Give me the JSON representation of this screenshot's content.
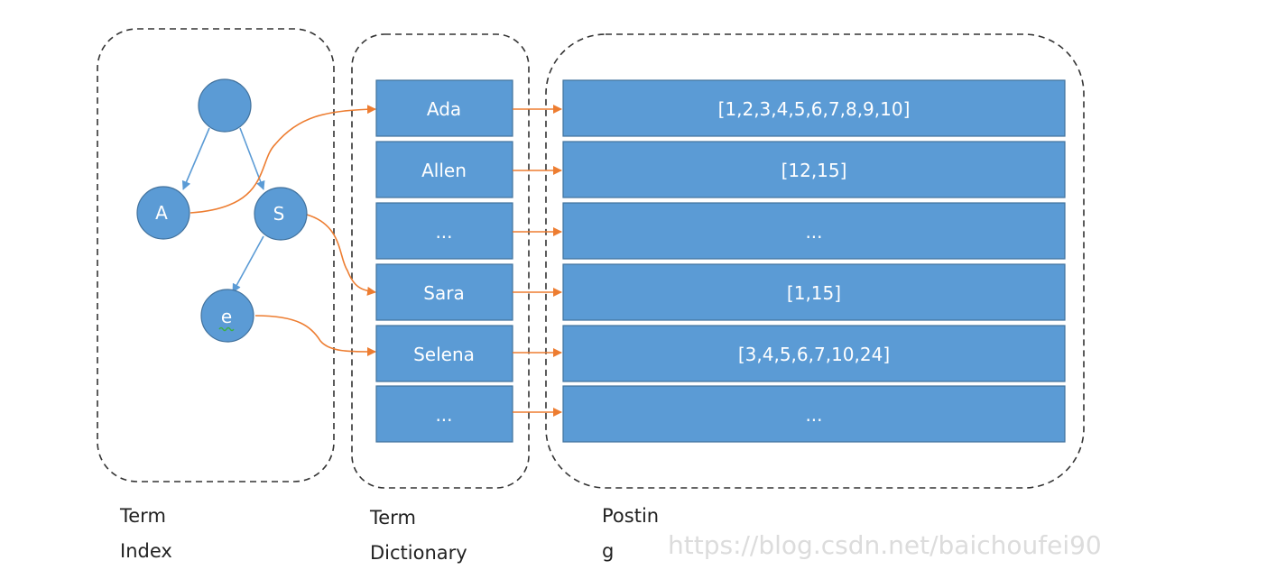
{
  "colors": {
    "box_fill": "#5b9bd5",
    "box_stroke": "#41719c",
    "arrow_orange": "#ed7d31",
    "arrow_blue": "#5b9bd5",
    "text_on_box": "#ffffff",
    "dashed_border": "#333333"
  },
  "term_index": {
    "caption_line1": "Term",
    "caption_line2": "Index",
    "nodes": {
      "root": "",
      "a": "A",
      "s": "S",
      "e": "e"
    }
  },
  "term_dictionary": {
    "caption_line1": "Term",
    "caption_line2": "Dictionary",
    "terms": [
      "Ada",
      "Allen",
      "...",
      "Sara",
      "Selena",
      "..."
    ]
  },
  "posting": {
    "caption_line1": "Postin",
    "caption_line2": "g",
    "lists": [
      "[1,2,3,4,5,6,7,8,9,10]",
      "[12,15]",
      "...",
      "[1,15]",
      "[3,4,5,6,7,10,24]",
      "..."
    ]
  },
  "watermark": "https://blog.csdn.net/baichoufei90"
}
